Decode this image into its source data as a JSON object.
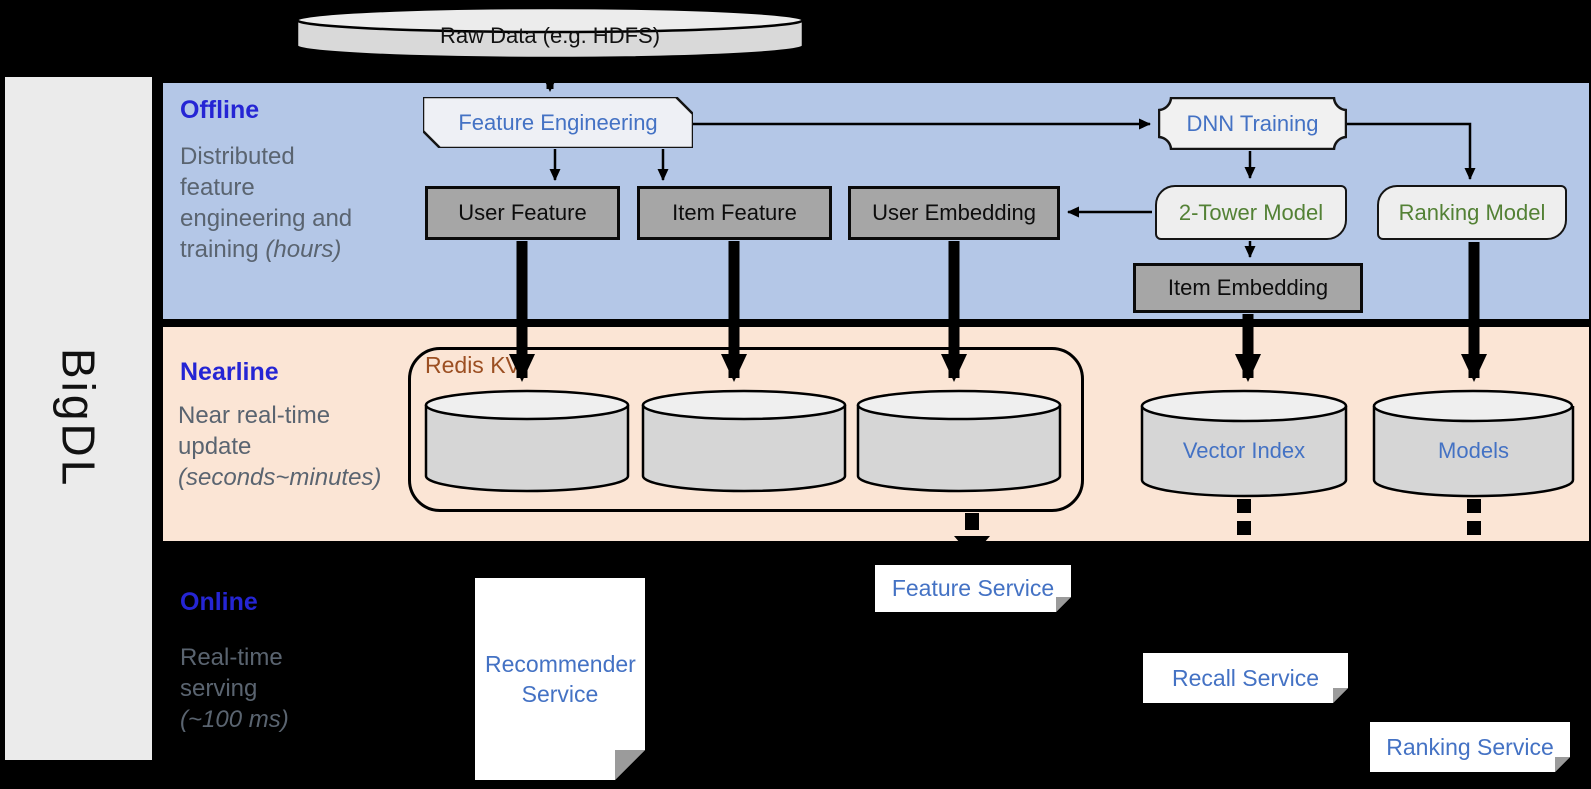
{
  "brand": {
    "label": "BigDL"
  },
  "raw_data": {
    "label": "Raw Data (e.g. HDFS)"
  },
  "offline": {
    "title": "Offline",
    "desc_line1": "Distributed",
    "desc_line2": "feature",
    "desc_line3": "engineering and",
    "desc_line4": "training ",
    "desc_line4_italic": "(hours)",
    "nodes": {
      "feature_engineering": "Feature Engineering",
      "dnn_training": "DNN Training",
      "user_feature": "User Feature",
      "item_feature": "Item Feature",
      "user_embedding": "User Embedding",
      "two_tower_model": "2-Tower Model",
      "ranking_model": "Ranking Model",
      "item_embedding": "Item Embedding"
    }
  },
  "nearline": {
    "title": "Nearline",
    "desc_line1": "Near real-time",
    "desc_line2": "update",
    "desc_line3_italic": "(seconds~minutes)",
    "nodes": {
      "redis_kv": "Redis KV",
      "vector_index": "Vector Index",
      "models": "Models"
    }
  },
  "online": {
    "title": "Online",
    "desc_line1": "Real-time",
    "desc_line2": "serving",
    "desc_line3_italic": "(~100 ms)",
    "nodes": {
      "recommender_service": "Recommender Service",
      "feature_service": "Feature Service",
      "recall_service": "Recall Service",
      "ranking_service": "Ranking Service"
    }
  },
  "colors": {
    "offline_band": "#b4c7e7",
    "nearline_band": "#fbe5d5",
    "band_title_blue": "#2525d4",
    "desc_gray": "#5a6470",
    "node_text_blue": "#4472c4",
    "node_text_green": "#538135",
    "storage_text_brown": "#9c4f22",
    "gray_box": "#a6a6a6",
    "bar_gray": "#ebebeb"
  }
}
